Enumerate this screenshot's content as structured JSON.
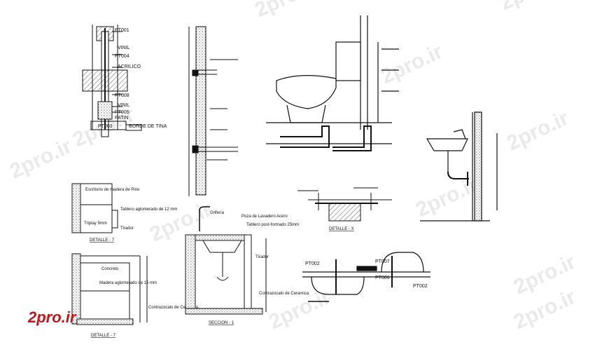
{
  "watermark": "2pro.ir",
  "logo": {
    "text": "2pro.ir",
    "color": "#c0161c"
  },
  "detail_1": {
    "labels": [
      "PT001",
      "VINIL",
      "PT004",
      "ACRILICO",
      "PT008",
      "VINIL",
      "PT005",
      "PATIN",
      "PT003",
      "BORDE DE TINA"
    ]
  },
  "cabinet": {
    "top_labels": [
      "Escritorio de madera de Pino",
      "Tablero aglomerado de 12 mm",
      "Triplay 9mm",
      "Tirador"
    ],
    "title_top": "DETALLE - 7",
    "bottom_labels": [
      "Concreto",
      "Madera aglomerado de 15 mm",
      "Contrazocalo de Ceramica"
    ],
    "title_bottom": "DETALLE - 7"
  },
  "sink_section": {
    "labels": [
      "Grifería",
      "Poza de Lavadero Acero",
      "Tablero post-formado 25mm",
      "Tirador",
      "Contrazocalo de Ceramica"
    ],
    "title": "SECCION - 1"
  },
  "detail_x": {
    "title": "DETALLE - X"
  },
  "pt_detail": {
    "labels": [
      "PT002",
      "PT007",
      "PT006",
      "PT002"
    ]
  },
  "colors": {
    "line": "#111111",
    "logo": "#c0161c",
    "watermark": "#d9d9d9"
  }
}
